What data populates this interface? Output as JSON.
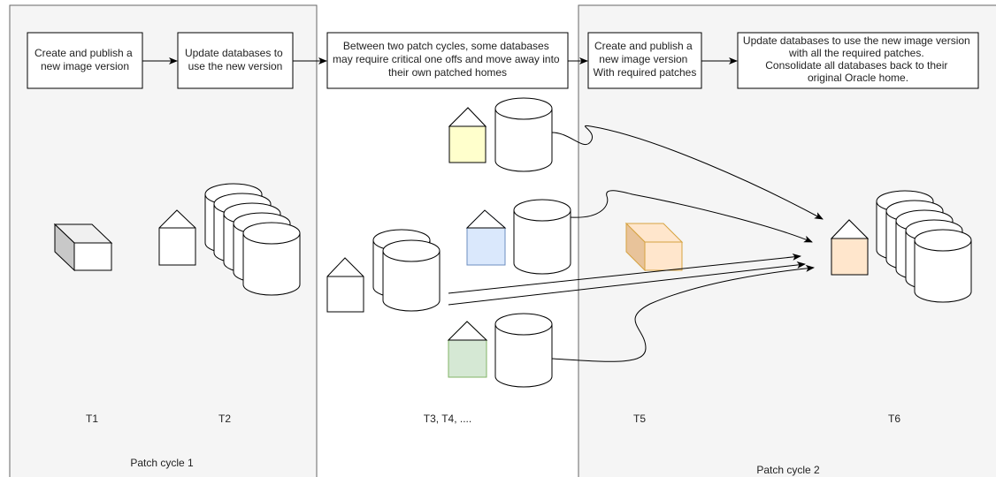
{
  "boxes": {
    "step1": [
      "Create and publish a",
      "new image version"
    ],
    "step2": [
      "Update databases to",
      "use the new version"
    ],
    "step3": [
      "Between two patch cycles, some databases",
      "may require critical one offs and move away into",
      "their own patched homes"
    ],
    "step4": [
      "Create and publish a",
      "new image version",
      "With required patches"
    ],
    "step5": [
      "Update databases to use the new image version",
      "with all the required patches.",
      "Consolidate all databases back to their",
      "original Oracle home."
    ]
  },
  "timeline": {
    "t1": "T1",
    "t2": "T2",
    "t3": "T3, T4, ....",
    "t5": "T5",
    "t6": "T6"
  },
  "cycles": {
    "cycle1": "Patch cycle 1",
    "cycle2": "Patch cycle 2"
  },
  "icons": {
    "cube": "image-cube-icon",
    "home": "oracle-home-icon",
    "database": "database-icon"
  },
  "colors": {
    "panel_fill": "#f5f5f5",
    "panel_stroke": "#666666",
    "home_yellow": "#ffffcc",
    "home_blue": "#dae8fc",
    "home_green": "#d5e8d4",
    "home_orange": "#ffe6cc",
    "cube_orange": "#ffd9a8"
  }
}
